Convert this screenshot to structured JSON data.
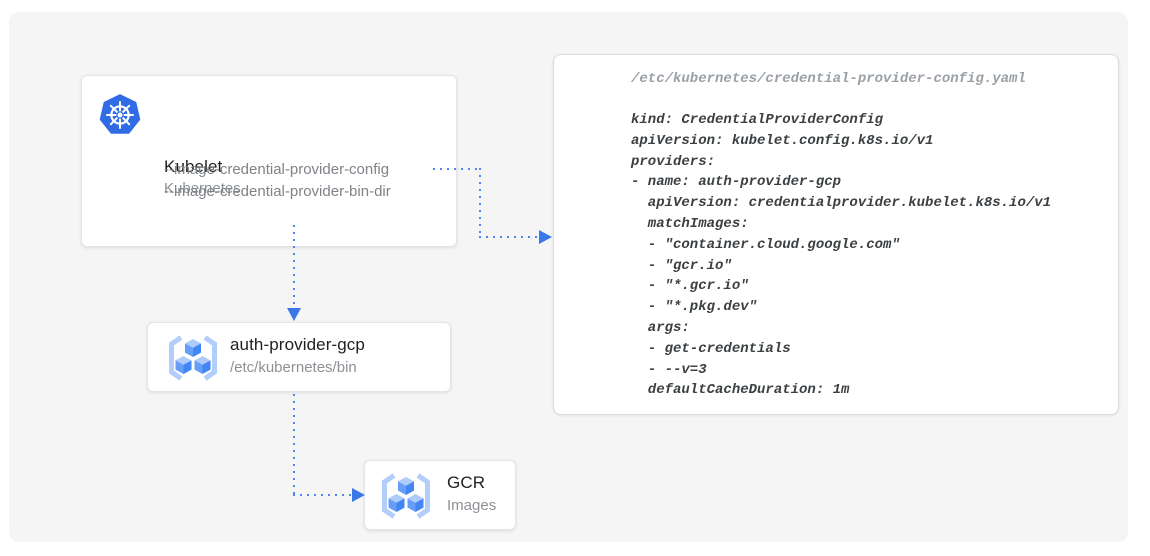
{
  "nodes": {
    "kubelet": {
      "title": "Kubelet",
      "subtitle": "Kubernetes",
      "icon": "kubernetes-icon",
      "flags": [
        "--image-credential-provider-config",
        "--image-credential-provider-bin-dir"
      ]
    },
    "auth_provider": {
      "title": "auth-provider-gcp",
      "subtitle": "/etc/kubernetes/bin",
      "icon": "gcr-icon"
    },
    "gcr": {
      "title": "GCR",
      "subtitle": "Images",
      "icon": "gcr-icon"
    }
  },
  "code_panel": {
    "title": "/etc/kubernetes/credential-provider-config.yaml",
    "lines": [
      "kind: CredentialProviderConfig",
      "apiVersion: kubelet.config.k8s.io/v1",
      "providers:",
      "- name: auth-provider-gcp",
      "  apiVersion: credentialprovider.kubelet.k8s.io/v1",
      "  matchImages:",
      "  - \"container.cloud.google.com\"",
      "  - \"gcr.io\"",
      "  - \"*.gcr.io\"",
      "  - \"*.pkg.dev\"",
      "  args:",
      "  - get-credentials",
      "  - --v=3",
      "  defaultCacheDuration: 1m"
    ]
  },
  "connections": [
    {
      "from": "kubelet --image-credential-provider-config",
      "to": "credential-provider-config.yaml"
    },
    {
      "from": "kubelet",
      "to": "auth-provider-gcp"
    },
    {
      "from": "auth-provider-gcp",
      "to": "GCR images"
    }
  ],
  "colors": {
    "accent_blue": "#4285f4",
    "arrow_dot": "#4a87f5",
    "arrowhead": "#3b78e7",
    "kubernetes_blue": "#326ce5",
    "cube_top": "#aecbfa",
    "cube_left": "#669df6",
    "cube_right": "#4285f4",
    "bracket": "#b3cefb",
    "stage_bg": "#f5f5f5",
    "card_bg": "#ffffff",
    "title_text": "#212121",
    "subtitle_text": "#8d9196",
    "code_text": "#3c4043",
    "code_title_text": "#9aa0a6"
  }
}
